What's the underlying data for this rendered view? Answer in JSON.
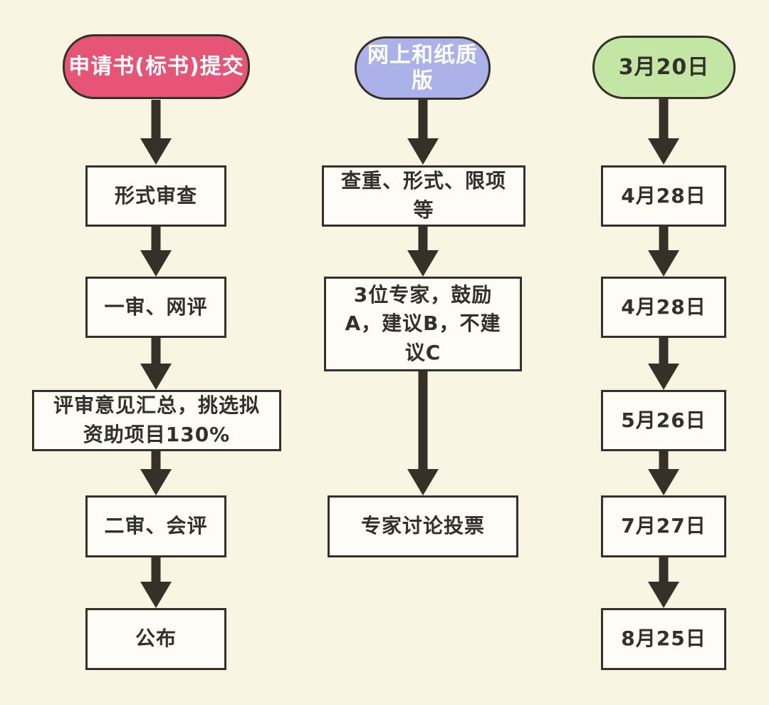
{
  "diagram": {
    "type": "flowchart",
    "background_color": "#f8f5e3",
    "node_border_color": "#363029",
    "node_fill_color": "#fdfcf6",
    "arrow_color": "#363029",
    "columns": [
      {
        "name": "application-review-process",
        "header": {
          "label": "申请书(标书)提交",
          "fill_color": "#e65575",
          "text_color": "#ffffff"
        },
        "nodes": [
          {
            "label": "形式审查"
          },
          {
            "label": "一审、网评"
          },
          {
            "label": "评审意见汇总，挑选拟资助项目130%"
          },
          {
            "label": "二审、会评"
          },
          {
            "label": "公布"
          }
        ]
      },
      {
        "name": "submission-format-process",
        "header": {
          "label": "网上和纸质版",
          "fill_color": "#abb2e9",
          "text_color": "#ffffff"
        },
        "nodes": [
          {
            "label": "查重、形式、限项等"
          },
          {
            "label": "3位专家，鼓励A，建议B，不建议C"
          },
          {
            "label": "专家讨论投票"
          }
        ]
      },
      {
        "name": "timeline-dates",
        "header": {
          "label": "3月20日",
          "fill_color": "#c4e6a5",
          "text_color": "#32302c"
        },
        "nodes": [
          {
            "label": "4月28日"
          },
          {
            "label": "4月28日"
          },
          {
            "label": "5月26日"
          },
          {
            "label": "7月27日"
          },
          {
            "label": "8月25日"
          }
        ]
      }
    ]
  }
}
